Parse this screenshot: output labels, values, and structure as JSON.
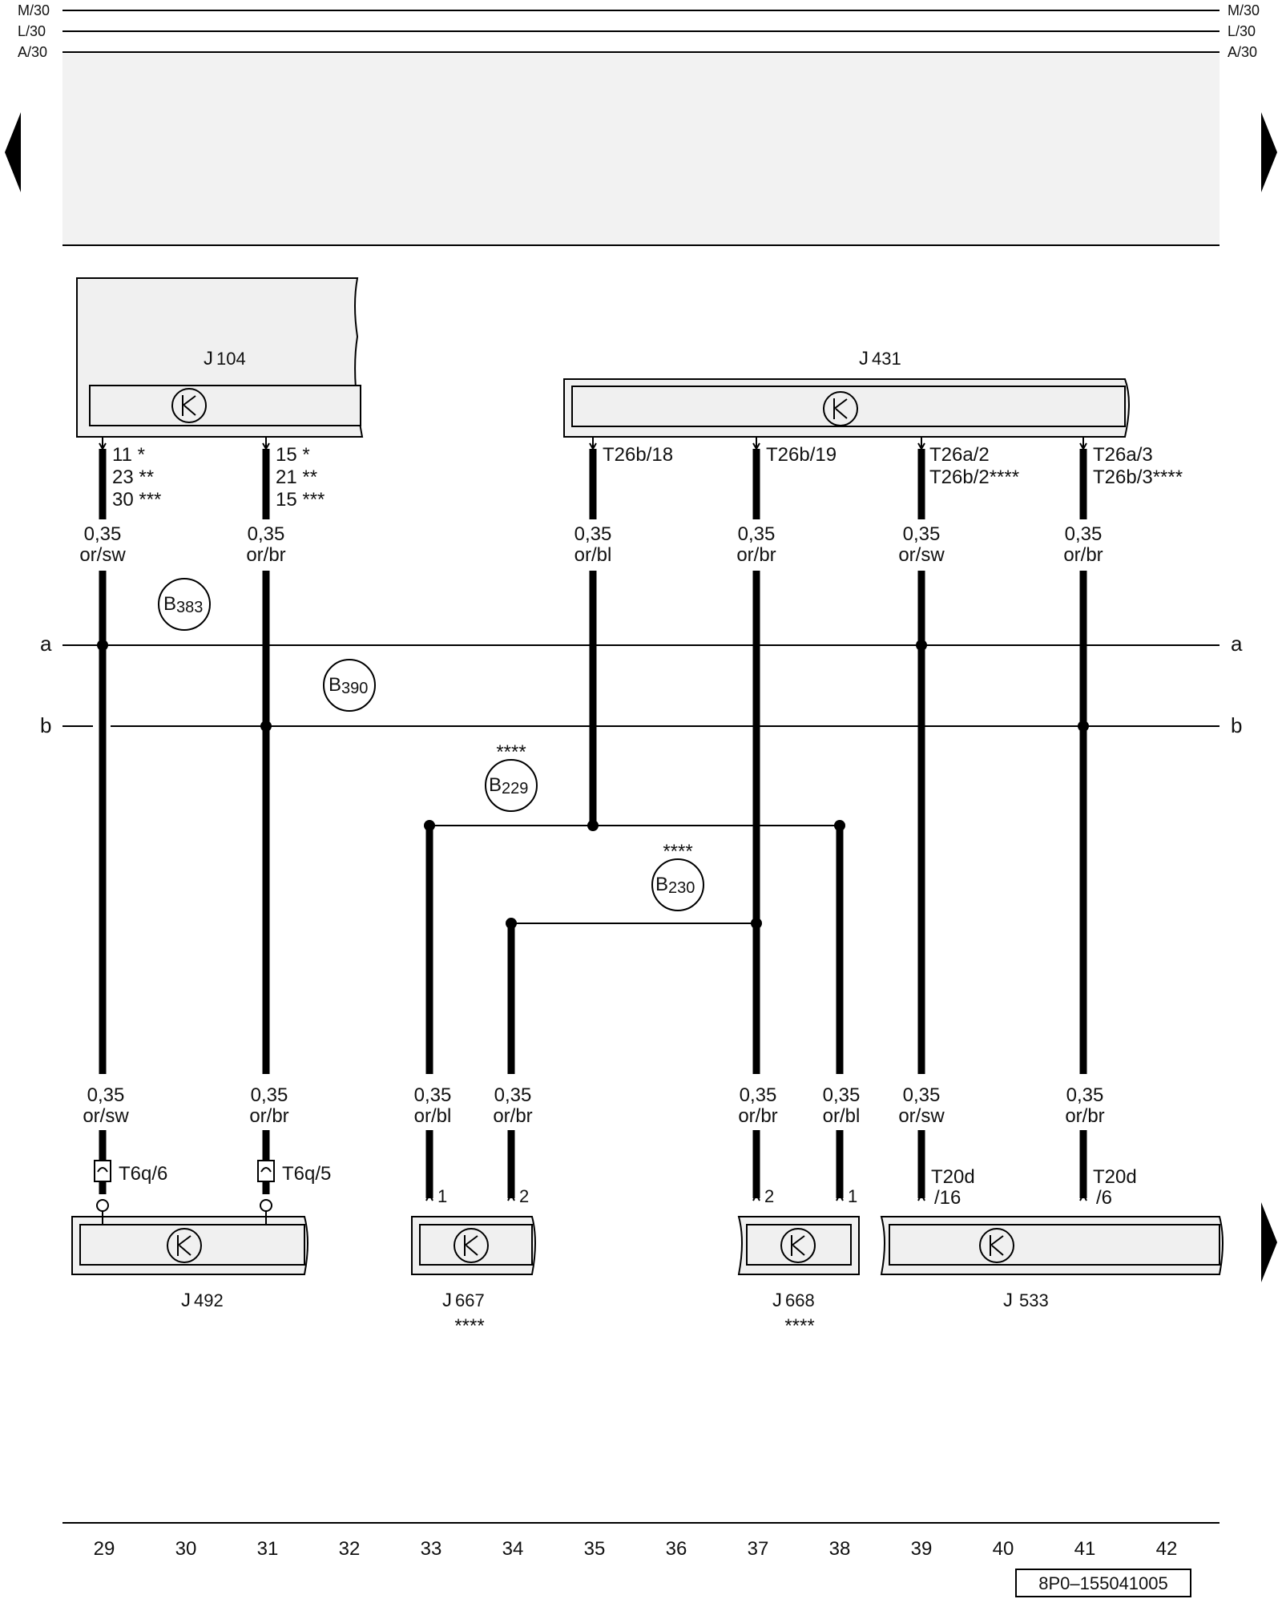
{
  "rails": [
    {
      "label": "M/30"
    },
    {
      "label": "L/30"
    },
    {
      "label": "A/30"
    }
  ],
  "nav": {
    "left_arrow": "arrow-left-icon",
    "right_arrow": "arrow-right-icon"
  },
  "buses": {
    "a": "a",
    "b": "b"
  },
  "components": {
    "j104": {
      "letter": "J",
      "number": "104"
    },
    "j431": {
      "letter": "J",
      "number": "431"
    },
    "j492": {
      "letter": "J",
      "number": "492"
    },
    "j667": {
      "letter": "J",
      "number": "667",
      "note": "****"
    },
    "j668": {
      "letter": "J",
      "number": "668",
      "note": "****"
    },
    "j533": {
      "letter": "J",
      "number": "533"
    }
  },
  "pins": {
    "w29": [
      "11 *",
      "23 **",
      "30 ***"
    ],
    "w31": [
      "15 *",
      "21 **",
      "15 ***"
    ],
    "w35": [
      "T26b/18"
    ],
    "w37": [
      "T26b/19"
    ],
    "w39": [
      "T26a/2",
      "T26b/2****"
    ],
    "w41": [
      "T26a/3",
      "T26b/3****"
    ]
  },
  "wires": {
    "w29": {
      "size": "0,35",
      "color": "or/sw"
    },
    "w31": {
      "size": "0,35",
      "color": "or/br"
    },
    "w35": {
      "size": "0,35",
      "color": "or/bl"
    },
    "w37": {
      "size": "0,35",
      "color": "or/br"
    },
    "w39": {
      "size": "0,35",
      "color": "or/sw"
    },
    "w41": {
      "size": "0,35",
      "color": "or/br"
    },
    "l29": {
      "size": "0,35",
      "color": "or/sw"
    },
    "l31": {
      "size": "0,35",
      "color": "or/br"
    },
    "l33": {
      "size": "0,35",
      "color": "or/bl"
    },
    "l34": {
      "size": "0,35",
      "color": "or/br"
    },
    "l37": {
      "size": "0,35",
      "color": "or/br"
    },
    "l38": {
      "size": "0,35",
      "color": "or/bl"
    },
    "l39": {
      "size": "0,35",
      "color": "or/sw"
    },
    "l41": {
      "size": "0,35",
      "color": "or/br"
    }
  },
  "splices": {
    "b383": {
      "letter": "B",
      "number": "383"
    },
    "b390": {
      "letter": "B",
      "number": "390"
    },
    "b229": {
      "letter": "B",
      "number": "229",
      "note": "****"
    },
    "b230": {
      "letter": "B",
      "number": "230",
      "note": "****"
    }
  },
  "connectors": {
    "t6q6": "T6q/6",
    "t6q5": "T6q/5",
    "j667_1": "1",
    "j667_2": "2",
    "j668_2": "2",
    "j668_1": "1",
    "t20d16": [
      "T20d",
      "/16"
    ],
    "t20d6": [
      "T20d",
      "/6"
    ]
  },
  "columns": [
    "29",
    "30",
    "31",
    "32",
    "33",
    "34",
    "35",
    "36",
    "37",
    "38",
    "39",
    "40",
    "41",
    "42"
  ],
  "doc_id": "8P0–155041005"
}
